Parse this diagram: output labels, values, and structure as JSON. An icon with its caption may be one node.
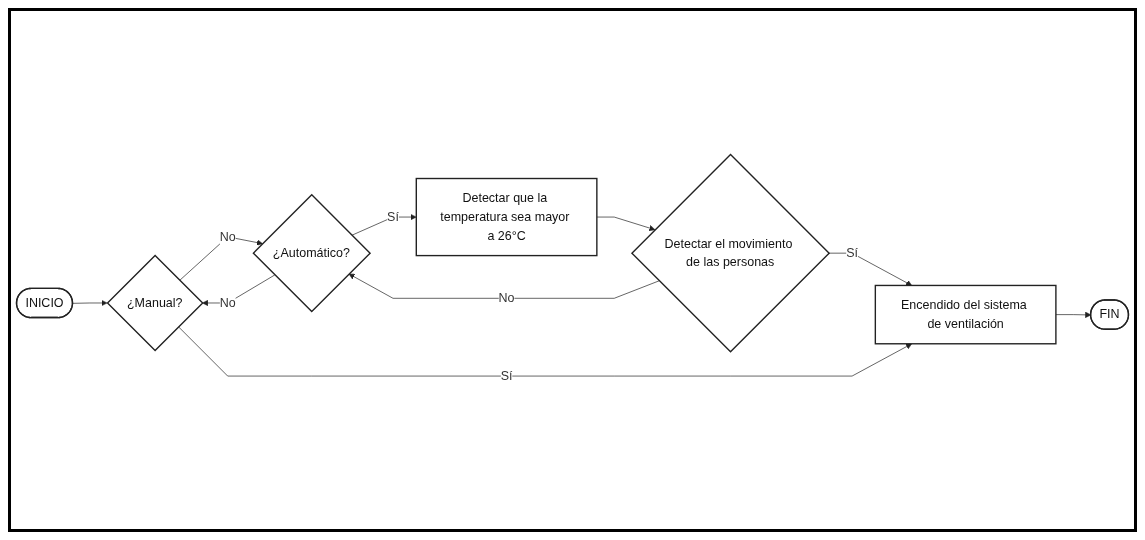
{
  "diagram": {
    "nodes": [
      {
        "text": [
          "INICIO"
        ]
      },
      {
        "text": [
          "¿Manual?"
        ]
      },
      {
        "text": [
          "¿Automático?"
        ]
      },
      {
        "text": [
          "Detectar que la temperatura sea mayor a 26°C"
        ]
      },
      {
        "text": [
          "Detectar el movimiento de las personas"
        ]
      },
      {
        "text": [
          "Encendido del sistema de ventilación"
        ]
      },
      {
        "text": [
          "FIN"
        ]
      }
    ],
    "edges": [
      {
        "from": 0,
        "to": 1,
        "arrow": "to"
      },
      {
        "from": 1,
        "to": 2,
        "arrow": "to",
        "label": "No"
      },
      {
        "from": 2,
        "to": 1,
        "arrow": "to",
        "label": "No"
      },
      {
        "from": 2,
        "to": 3,
        "arrow": "to",
        "label": "Sí"
      },
      {
        "from": 3,
        "to": 4,
        "arrow": "to"
      },
      {
        "from": 4,
        "to": 2,
        "arrow": "to",
        "label": "No"
      },
      {
        "from": 4,
        "to": 5,
        "arrow": "to",
        "label": "Sí"
      },
      {
        "from": 1,
        "to": 5,
        "arrow": "to",
        "label": "Sí"
      },
      {
        "from": 5,
        "to": 6,
        "arrow": "to"
      }
    ]
  }
}
